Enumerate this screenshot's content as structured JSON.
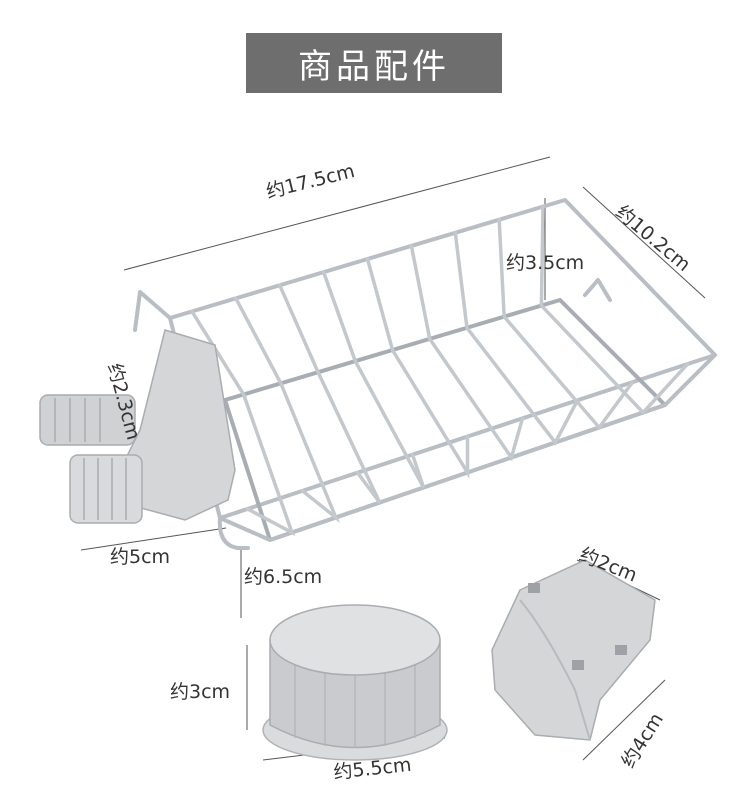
{
  "header": {
    "title": "商品配件"
  },
  "dimensions": {
    "length": "约17.5cm",
    "width": "约10.2cm",
    "depth": "约3.5cm",
    "clamp_diameter": "约2.3cm",
    "clamp_length": "约5cm",
    "hook_height": "约6.5cm",
    "knob_height": "约3cm",
    "knob_diameter": "约5.5cm",
    "clip_width": "约2cm",
    "clip_length": "约4cm"
  },
  "colors": {
    "title_bg": "#6e6e6e",
    "steel": "#b9bec4",
    "steel_dark": "#8d939a",
    "plastic": "#d4d6d8",
    "plastic_dark": "#a9acb0"
  },
  "illustrations": [
    "stainless-wire-basket",
    "faucet-clamp",
    "tightening-knob",
    "clip-bracket"
  ]
}
